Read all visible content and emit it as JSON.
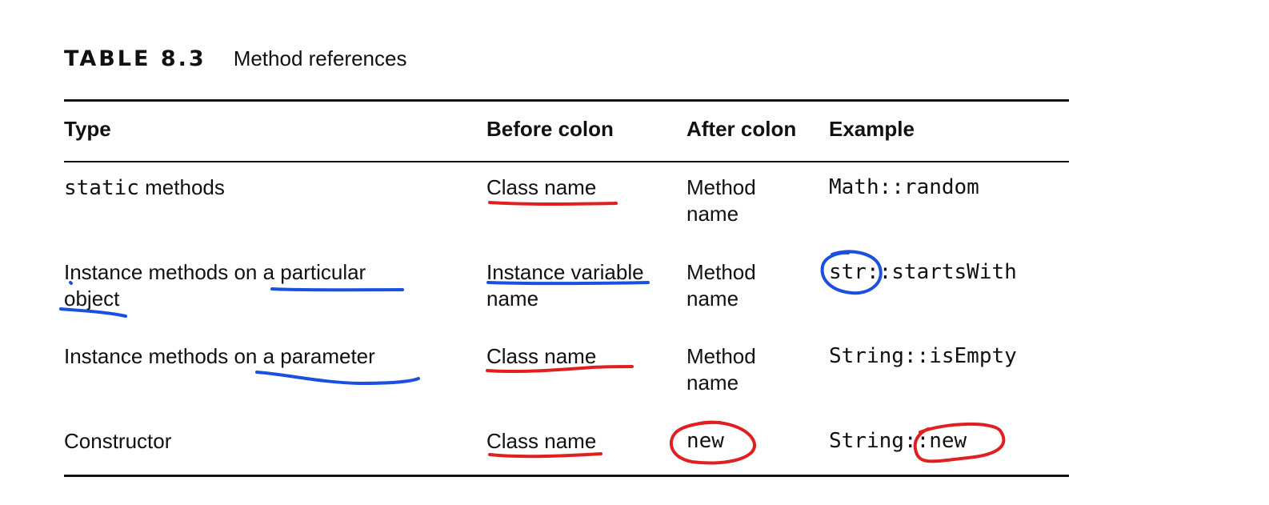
{
  "caption": {
    "label": "TABLE 8.3",
    "title": "Method references"
  },
  "table": {
    "headers": [
      "Type",
      "Before colon",
      "After colon",
      "Example"
    ],
    "rows": [
      {
        "type_code": "static",
        "type_text": " methods",
        "before_colon": "Class name",
        "after_colon_line1": "Method",
        "after_colon_line2": "name",
        "example": "Math::random"
      },
      {
        "type_line1": "Instance methods on a particular",
        "type_line2": "object",
        "before_colon_line1": "Instance variable",
        "before_colon_line2": "name",
        "after_colon_line1": "Method",
        "after_colon_line2": "name",
        "example": "str::startsWith"
      },
      {
        "type_text": "Instance methods on a parameter",
        "before_colon": "Class name",
        "after_colon_line1": "Method",
        "after_colon_line2": "name",
        "example": "String::isEmpty"
      },
      {
        "type_text": "Constructor",
        "before_colon": "Class name",
        "after_colon": "new",
        "example": "String::new"
      }
    ]
  },
  "annotations": {
    "red_color": "#e02020",
    "blue_color": "#1a4fe0"
  }
}
